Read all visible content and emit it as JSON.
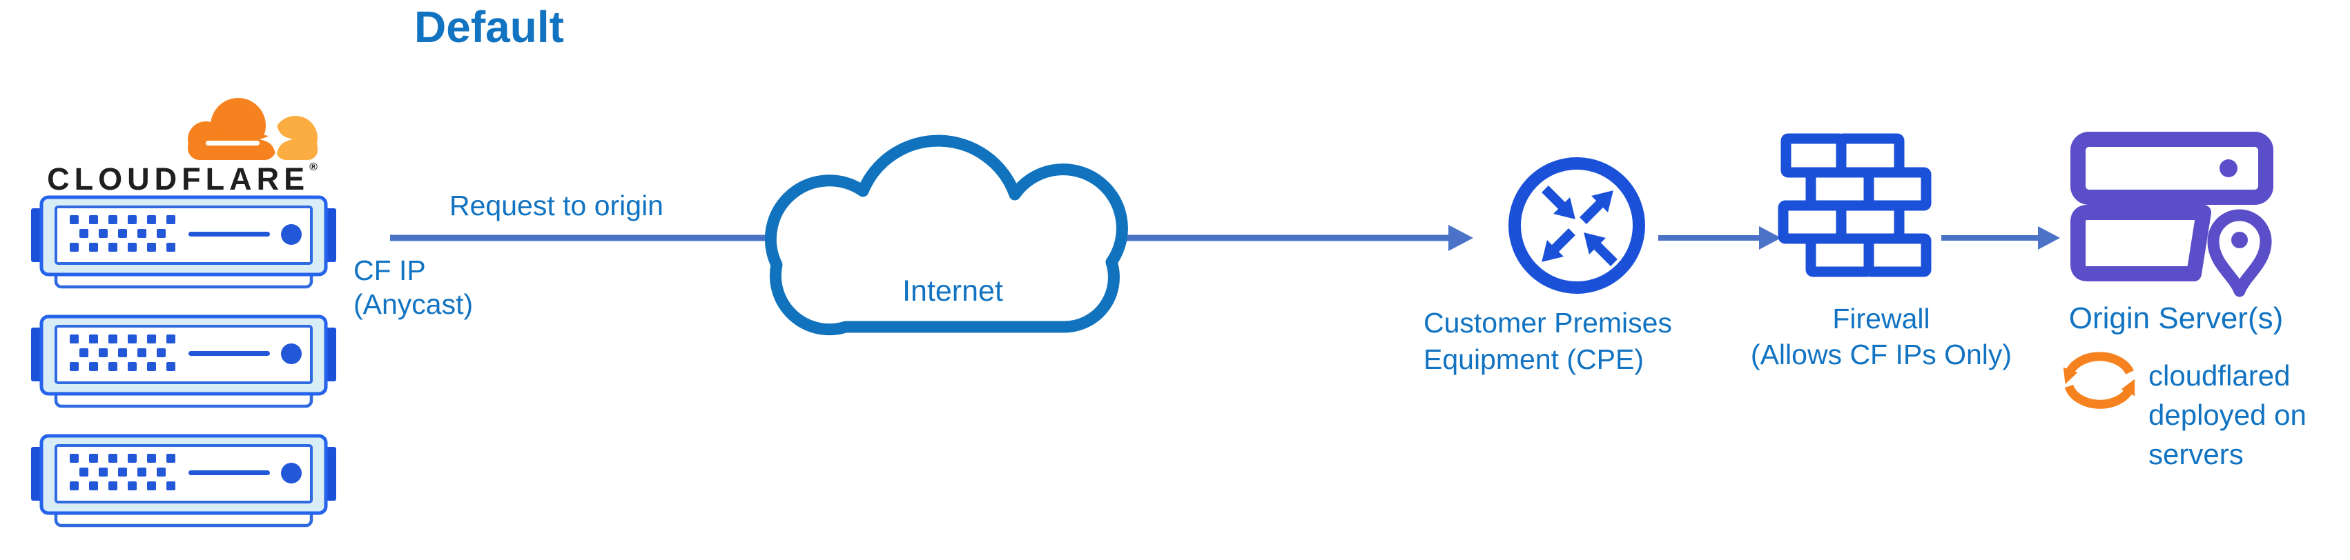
{
  "title": "Default",
  "cloudflare": {
    "wordmark": "CLOUDFLARE",
    "registered_mark": "®"
  },
  "labels": {
    "request_to_origin": "Request to origin",
    "cf_ip_line1": "CF IP",
    "cf_ip_line2": "(Anycast)",
    "internet": "Internet",
    "cpe_line1": "Customer Premises",
    "cpe_line2": "Equipment (CPE)",
    "firewall_line1": "Firewall",
    "firewall_line2": "(Allows CF IPs Only)",
    "origin": "Origin Server(s)",
    "cloudflared_line1": "cloudflared",
    "cloudflared_line2": "deployed on",
    "cloudflared_line3": "servers"
  },
  "icons": {
    "logo": "cloudflare-orange-cloud-logo",
    "edge_server": "edge-server-rack",
    "internet": "internet-cloud-outline",
    "cpe": "router-crossed-arrows-circle",
    "firewall": "brick-wall",
    "origin": "stacked-servers-with-location-pin",
    "cloudflared": "circular-sync-arrows"
  },
  "connections": [
    {
      "from": "cloudflare-edge",
      "to": "cpe",
      "label": "Request to origin",
      "note": "CF IP (Anycast)",
      "via": "internet-cloud"
    },
    {
      "from": "cpe",
      "to": "firewall",
      "label": ""
    },
    {
      "from": "firewall",
      "to": "origin-servers",
      "label": ""
    }
  ],
  "colors": {
    "label_blue": "#1173c1",
    "title_blue": "#1273c0",
    "royal_blue_icon": "#1b51d9",
    "arrow_blue": "#4a72c6",
    "cloud_outline_blue": "#1173bd",
    "server_pale_fill": "#d9edf6",
    "server_border": "#2563eb",
    "origin_purple": "#5b4ec9",
    "cloudflare_orange": "#f6821f",
    "cloudflare_orange_light": "#fbad41",
    "wordmark_black": "#1f1f1f"
  }
}
